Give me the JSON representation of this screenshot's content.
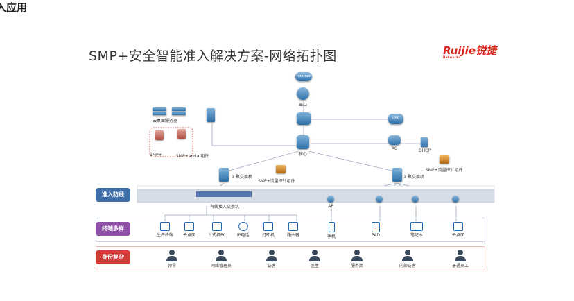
{
  "page": {
    "heading": "入应用"
  },
  "slide": {
    "title": "SMP+安全智能准入解决方案-网络拓扑图",
    "brand": {
      "name": "Ruijie锐捷",
      "tagline": "Networks"
    }
  },
  "nodes": {
    "internet": "Internet",
    "exit": "出口",
    "firewall": "",
    "uac": "UAC",
    "core": "核心",
    "ac": "AC",
    "dhcp": "DHCP",
    "cloud_servers": "云桌面服务器",
    "smp": "SMP+",
    "smp_portal": "SMP+portal组件",
    "agg_switch_left": "汇聚交换机",
    "agg_switch_right": "汇聚交换机",
    "probe_left": "SMP+流量探针组件",
    "probe_right": "SMP+流量探针组件",
    "access_switch": "有线接入交换机",
    "ap": "AP"
  },
  "bands": [
    {
      "label": "准入防线",
      "color": "#3d6ea8"
    },
    {
      "label": "终端多样",
      "color": "#8e4fa6"
    },
    {
      "label": "身份复杂",
      "color": "#d23b38"
    }
  ],
  "terminals": [
    "生产终端",
    "云桌面",
    "台式机PC",
    "IP电话",
    "打印机",
    "路由器",
    "手机",
    "PAD",
    "笔记本",
    "云桌面"
  ],
  "identities": [
    "领导",
    "网络管理员",
    "访客",
    "医生",
    "服务商",
    "内部访客",
    "普通员工"
  ]
}
